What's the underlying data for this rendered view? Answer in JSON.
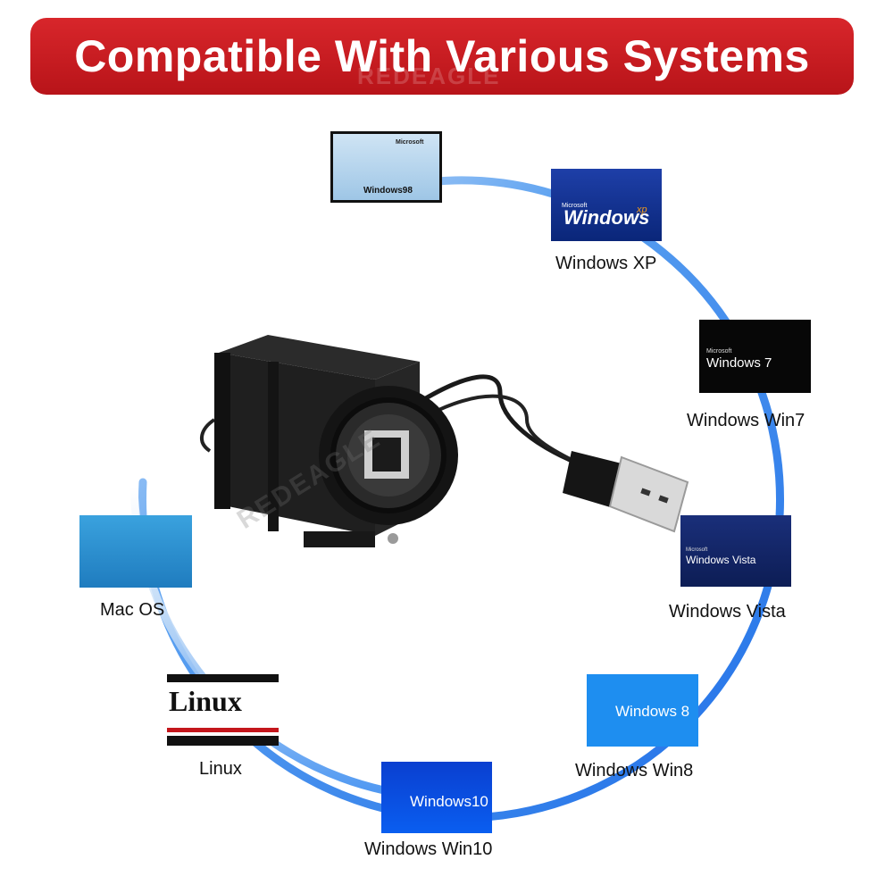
{
  "banner": {
    "title": "Compatible With Various Systems",
    "watermark": "REDEAGLE"
  },
  "colors": {
    "banner_red": "#c81c21",
    "ring_blue": "#1f74ea",
    "ring_light": "#bcd9f7"
  },
  "camera": {
    "watermark": "REDEAGLE"
  },
  "systems": [
    {
      "id": "win98",
      "logo_brand": "Microsoft",
      "logo_text": "Windows98",
      "caption": ""
    },
    {
      "id": "winxp",
      "logo_brand": "Microsoft",
      "logo_text": "Windows",
      "logo_suffix": "xp",
      "caption": "Windows XP"
    },
    {
      "id": "win7",
      "logo_brand": "Microsoft",
      "logo_text": "Windows 7",
      "caption": "Windows Win7"
    },
    {
      "id": "vista",
      "logo_brand": "Microsoft",
      "logo_text": "Windows Vista",
      "caption": "Windows Vista"
    },
    {
      "id": "win8",
      "logo_text": "Windows 8",
      "caption": "Windows Win8"
    },
    {
      "id": "win10",
      "logo_text": "Windows10",
      "caption": "Windows Win10"
    },
    {
      "id": "linux",
      "logo_text": "Linux",
      "caption": "Linux"
    },
    {
      "id": "macos",
      "logo_text": "",
      "caption": "Mac OS"
    }
  ]
}
